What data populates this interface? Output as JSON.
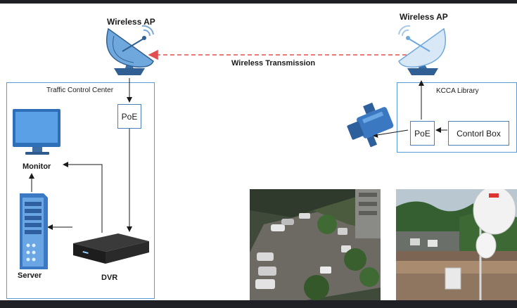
{
  "labels": {
    "ap_left": "Wireless AP",
    "ap_right": "Wireless AP",
    "transmission": "Wireless Transmission",
    "tcc": "Traffic Control Center",
    "kcca": "KCCA Library",
    "poe_left": "PoE",
    "poe_right": "PoE",
    "control_box": "Contorl Box",
    "monitor": "Monitor",
    "server": "Server",
    "dvr": "DVR"
  },
  "colors": {
    "frame": "#5b9bd5",
    "arrow": "#1a1a1a",
    "wireless_link": "#e05050",
    "device_blue": "#3a78c2"
  },
  "photos": [
    {
      "name": "parking-lot-camera-view"
    },
    {
      "name": "rooftop-antenna-installation"
    }
  ]
}
